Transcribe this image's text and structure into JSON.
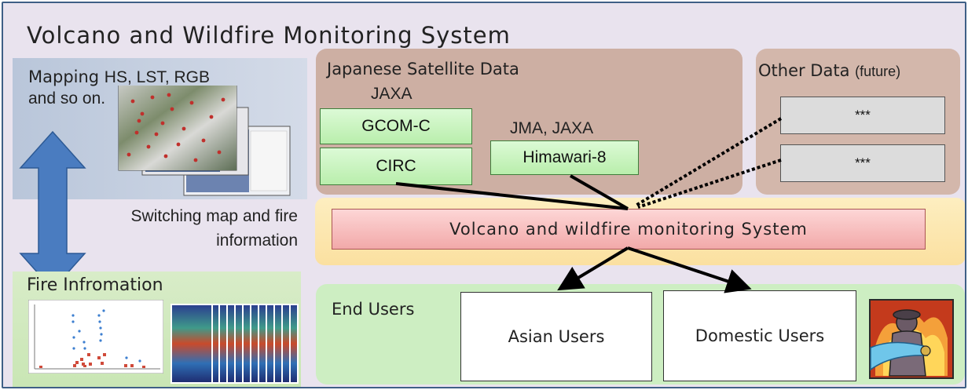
{
  "title": "Volcano and Wildfire Monitoring System",
  "mapping": {
    "label_line1_a": "Mapping ",
    "label_line1_b": "HS, LST, RGB",
    "label_line2": "and so on."
  },
  "switching": {
    "line1": "Switching map and fire",
    "line2": "information"
  },
  "fire_info": {
    "title": "Fire Infromation"
  },
  "japanese_sat": {
    "title": "Japanese  Satellite Data",
    "jaxa_label": "JAXA",
    "gcom": "GCOM-C",
    "circ": "CIRC",
    "jma_label": "JMA, JAXA",
    "himawari": "Himawari-8"
  },
  "other_data": {
    "title": "Other Data ",
    "future": "(future)",
    "box1": "***",
    "box2": "***"
  },
  "system": {
    "label": "Volcano and wildfire monitoring System"
  },
  "end_users": {
    "label": "End Users",
    "asian": "Asian Users",
    "domestic": "Domestic Users"
  },
  "colors": {
    "frame_border": "#3f5f86",
    "background": "#e9e3ee",
    "satellite_panel": "#cdafa3",
    "green_box": "#c6f2bb",
    "system_box": "#f5b5b5",
    "system_band": "#fce7b0",
    "users_panel": "#cdeec2",
    "arrow_blue": "#4a7cc0"
  }
}
